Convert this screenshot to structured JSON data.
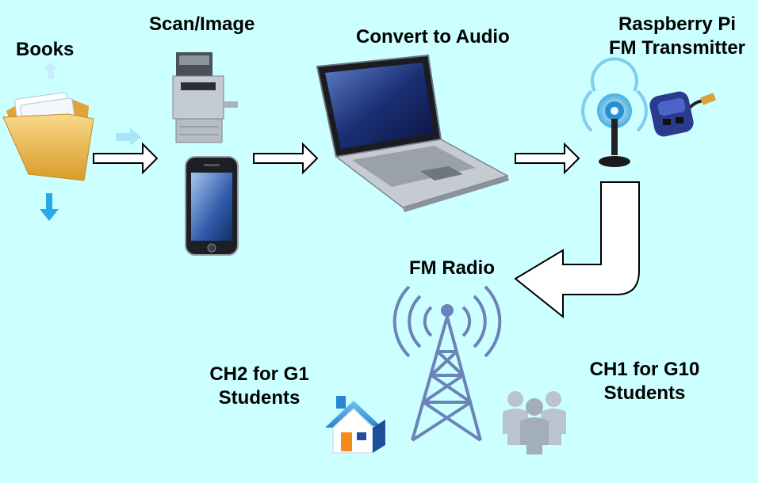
{
  "labels": {
    "books": "Books",
    "scan": "Scan/Image",
    "convert": "Convert to Audio",
    "pi_line1": "Raspberry Pi",
    "pi_line2": "FM Transmitter",
    "radio": "FM Radio",
    "ch2_line1": "CH2 for G1",
    "ch2_line2": "Students",
    "ch1_line1": "CH1 for G10",
    "ch1_line2": "Students"
  },
  "colors": {
    "background": "#ccffff",
    "tower": "#6b83b8",
    "folder": "#f2c25a",
    "blue_arrow": "#29a9e8"
  },
  "icons": [
    "folder-icon",
    "copier-icon",
    "smartphone-icon",
    "laptop-icon",
    "antenna-icon",
    "usb-dongle-icon",
    "radio-tower-icon",
    "house-icon",
    "people-icon"
  ]
}
